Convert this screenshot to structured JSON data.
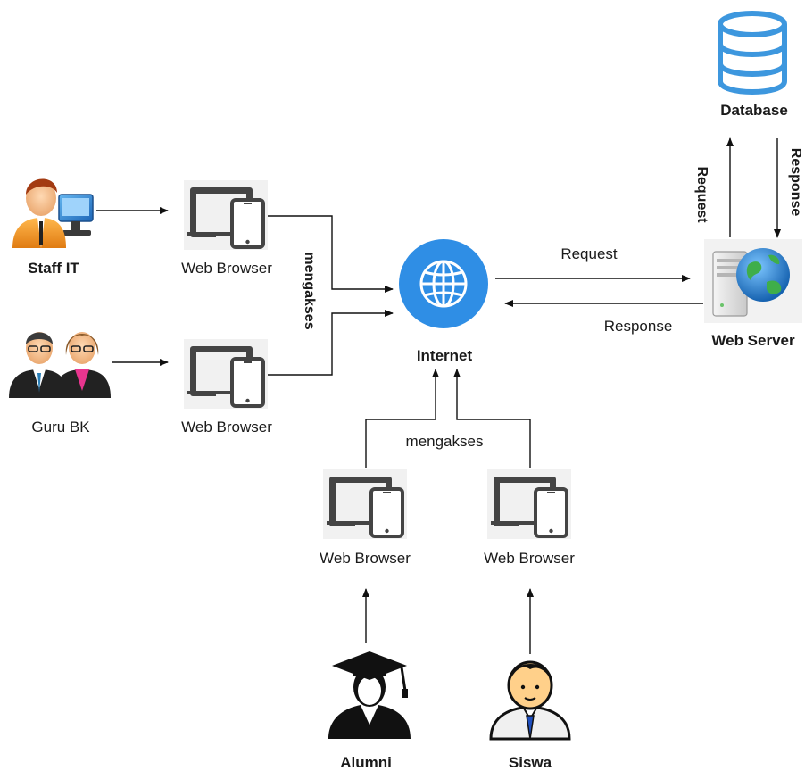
{
  "nodes": {
    "staff_it": "Staff IT",
    "guru_bk": "Guru BK",
    "alumni": "Alumni",
    "siswa": "Siswa",
    "browser_staff": "Web Browser",
    "browser_guru": "Web Browser",
    "browser_alumni": "Web Browser",
    "browser_siswa": "Web Browser",
    "internet": "Internet",
    "web_server": "Web Server",
    "database": "Database"
  },
  "edges": {
    "mengakses_left": "mengakses",
    "mengakses_bottom": "mengakses",
    "request_internet_server": "Request",
    "response_server_internet": "Response",
    "request_server_db": "Request",
    "response_db_server": "Response"
  },
  "colors": {
    "internet_circle": "#2f8ee5",
    "database": "#3d97de",
    "line": "#111111"
  },
  "icons": {
    "staff_it": "staff-it-person-icon",
    "guru_bk": "teachers-pair-icon",
    "alumni": "graduate-icon",
    "siswa": "student-icon",
    "browser": "laptop-phone-icon",
    "internet": "globe-icon",
    "web_server": "server-globe-icon",
    "database": "database-icon"
  }
}
